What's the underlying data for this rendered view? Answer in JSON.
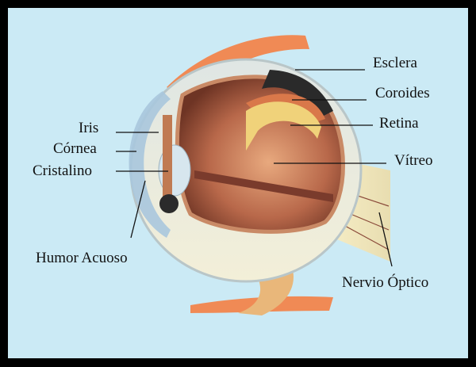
{
  "diagram": {
    "labels": {
      "esclera": "Esclera",
      "coroides": "Coroides",
      "retina": "Retina",
      "vitreo": "Vítreo",
      "iris": "Iris",
      "cornea": "Córnea",
      "cristalino": "Cristalino",
      "humor_acuoso": "Humor Acuoso",
      "nervio_optico": "Nervio Óptico"
    },
    "colors": {
      "background": "#cbeaf5",
      "border": "#000000",
      "sclera": "#eef0e6",
      "interior": "#b8684a",
      "choroid": "#d9784a",
      "retina": "#f0d27a",
      "muscle": "#f08a55"
    }
  }
}
